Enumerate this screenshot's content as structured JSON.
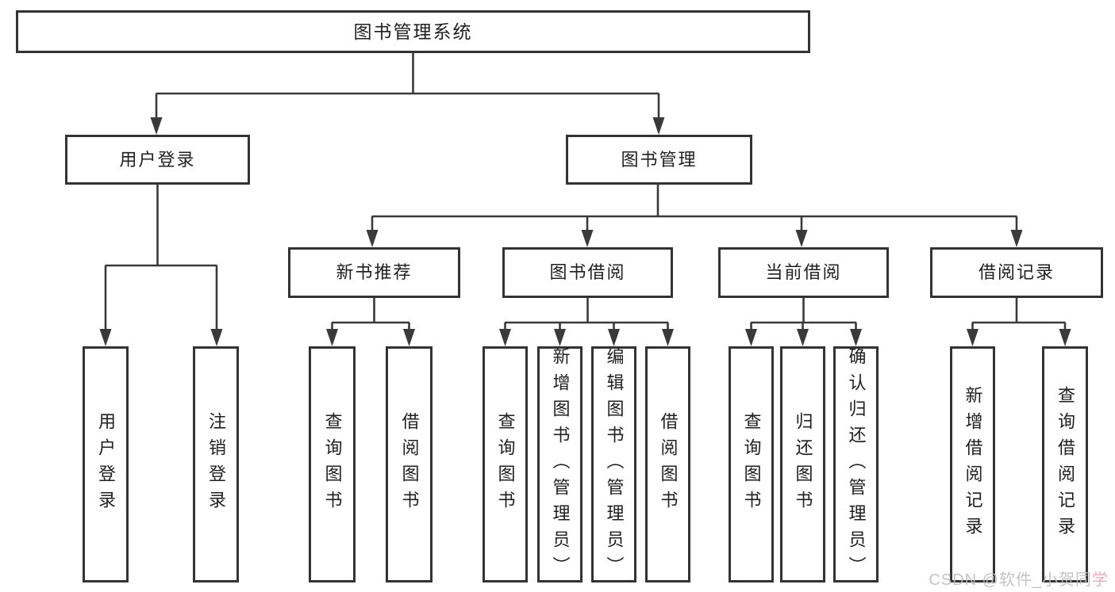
{
  "title": "图书管理系统",
  "colors": {
    "background": "#ffffff",
    "box_border": "#333333",
    "connector_line": "#3a3a3a",
    "text": "#1f1f1f",
    "watermark_gray": "#bdbdbd",
    "watermark_pink": "#f0a2b2"
  },
  "nodes": {
    "root": "图书管理系统",
    "user_login": "用户登录",
    "book_mgmt": "图书管理",
    "new_book_rec": "新书推荐",
    "book_borrow": "图书借阅",
    "current_borrow": "当前借阅",
    "borrow_records": "借阅记录",
    "leaf_user_login": "用户登录",
    "leaf_logout": "注销登录",
    "leaf_query_book_a": "查询图书",
    "leaf_borrow_book_a": "借阅图书",
    "leaf_query_book_b": "查询图书",
    "leaf_add_book_admin": "新增图书（管理员）",
    "leaf_edit_book_admin": "编辑图书（管理员）",
    "leaf_borrow_book_b": "借阅图书",
    "leaf_query_book_c": "查询图书",
    "leaf_return_book": "归还图书",
    "leaf_confirm_return_admin": "确认归还（管理员）",
    "leaf_add_borrow_record": "新增借阅记录",
    "leaf_query_borrow_record": "查询借阅记录"
  },
  "watermark": {
    "prefix": "CSDN @软件_小贺同",
    "highlight": "学"
  }
}
